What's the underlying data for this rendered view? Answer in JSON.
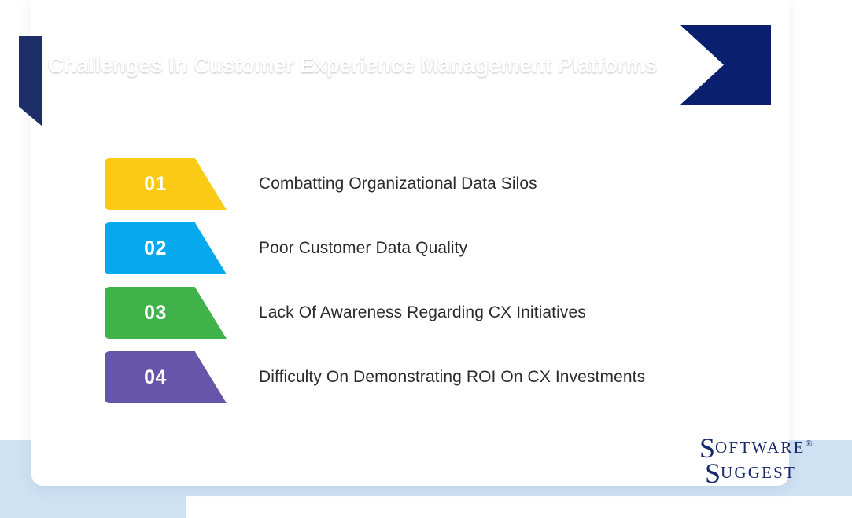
{
  "header": {
    "title": "Challenges In Customer Experience Management Platforms",
    "banner_color": "#0a1f6e",
    "title_color": "#ffffff"
  },
  "list": {
    "items": [
      {
        "number": "01",
        "label": "Combatting Organizational Data Silos",
        "color": "#fbca14"
      },
      {
        "number": "02",
        "label": "Poor Customer Data Quality",
        "color": "#06a9ee"
      },
      {
        "number": "03",
        "label": "Lack Of Awareness Regarding CX Initiatives",
        "color": "#3fb24a"
      },
      {
        "number": "04",
        "label": "Difficulty On Demonstrating ROI On CX Investments",
        "color": "#6655a8"
      }
    ]
  },
  "logo": {
    "line1_cap": "S",
    "line1_rest": "OFTWARE",
    "registered": "®",
    "line2_cap": "S",
    "line2_rest": "UGGEST",
    "color": "#17296b"
  },
  "theme": {
    "page_background": "#ffffff",
    "band_background": "#cfe2f3",
    "card_background": "#ffffff",
    "label_text_color": "#2b2b2b"
  }
}
